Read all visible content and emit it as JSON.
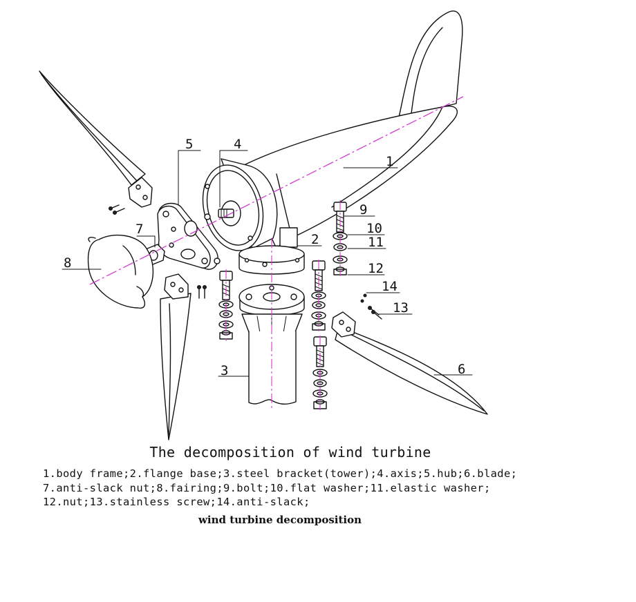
{
  "figure": {
    "title": "The decomposition of wind turbine",
    "legend_lines": [
      "1.body frame;2.flange base;3.steel bracket(tower);4.axis;5.hub;6.blade;",
      "7.anti-slack nut;8.fairing;9.bolt;10.flat washer;11.elastic washer;",
      "12.nut;13.stainless screw;14.anti-slack;"
    ],
    "caption": "wind turbine decomposition"
  },
  "callouts": [
    {
      "num": "1"
    },
    {
      "num": "2"
    },
    {
      "num": "3"
    },
    {
      "num": "4"
    },
    {
      "num": "5"
    },
    {
      "num": "6"
    },
    {
      "num": "7"
    },
    {
      "num": "8"
    },
    {
      "num": "9"
    },
    {
      "num": "10"
    },
    {
      "num": "11"
    },
    {
      "num": "12"
    },
    {
      "num": "13"
    },
    {
      "num": "14"
    }
  ],
  "colors": {
    "line": "#111111",
    "center_axis": "#d23bd2",
    "background": "#ffffff"
  }
}
